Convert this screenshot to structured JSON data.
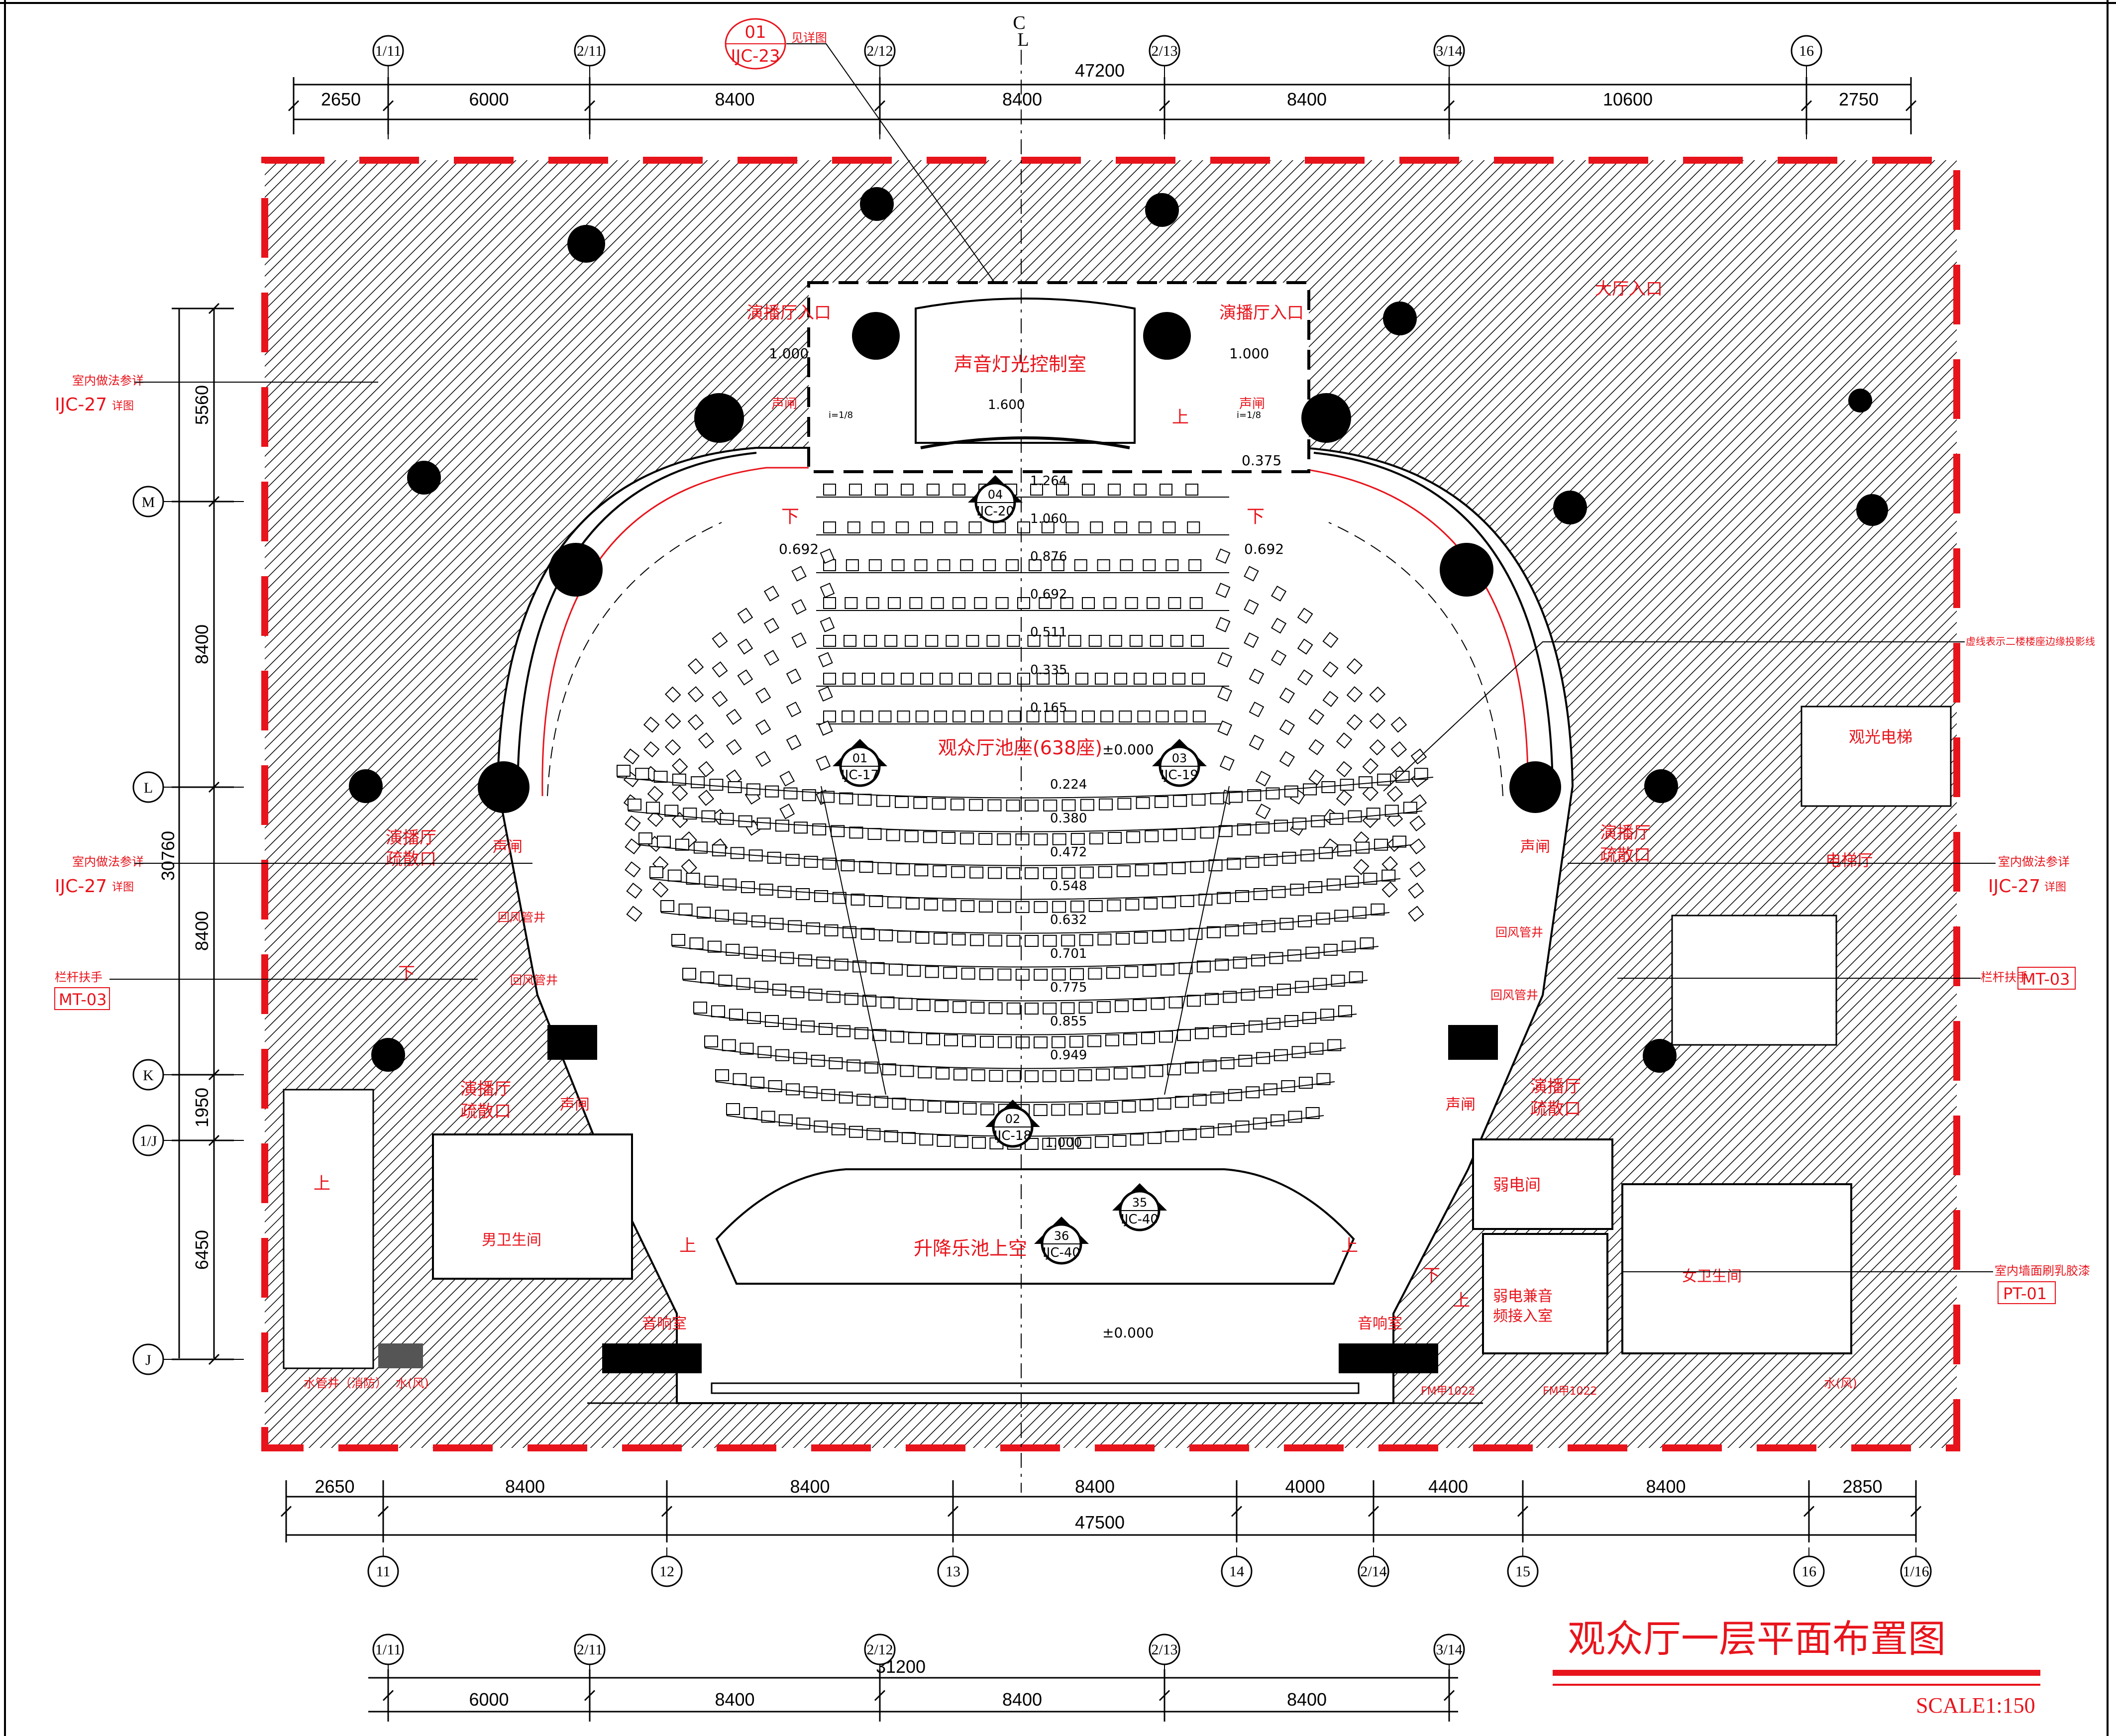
{
  "drawing": {
    "title": "观众厅一层平面布置图",
    "scale": "SCALE1:150"
  },
  "top_dims": {
    "total": "47200",
    "segments": [
      "2650",
      "6000",
      "8400",
      "8400",
      "8400",
      "10600",
      "2750"
    ],
    "axes": [
      "1/11",
      "2/11",
      "2/12",
      "2/13",
      "3/14",
      "16"
    ],
    "centerline": "C\nL"
  },
  "bottom_dims": {
    "total": "47500",
    "segments": [
      "2650",
      "8400",
      "8400",
      "8400",
      "4000",
      "4400",
      "8400",
      "2850"
    ],
    "axes": [
      "11",
      "12",
      "13",
      "14",
      "2/14",
      "15",
      "16",
      "1/16"
    ]
  },
  "lower_dims": {
    "total": "31200",
    "segments": [
      "6000",
      "8400",
      "8400",
      "8400"
    ],
    "axes": [
      "1/11",
      "2/11",
      "2/12",
      "2/13",
      "3/14"
    ]
  },
  "left_dims": {
    "total": "30760",
    "segments": [
      "5560",
      "8400",
      "8400",
      "1950",
      "6450"
    ],
    "axes": [
      "M",
      "L",
      "K",
      "1/J",
      "J"
    ]
  },
  "callouts": {
    "detail_top": {
      "num": "01",
      "ref": "IJC-23",
      "note": "见详图"
    },
    "interior_ref_left_top": {
      "note": "室内做法参详",
      "ref": "IJC-27",
      "sub": "详图"
    },
    "interior_ref_left_mid": {
      "note": "室内做法参详",
      "ref": "IJC-27",
      "sub": "详图"
    },
    "interior_ref_right_mid": {
      "note": "室内做法参详",
      "ref": "IJC-27",
      "sub": "详图"
    },
    "railing_left": {
      "note": "栏杆扶手",
      "ref": "MT-03"
    },
    "railing_right": {
      "note": "栏杆扶手",
      "ref": "MT-03"
    },
    "wall_paint_right": {
      "note": "室内墙面刷乳胶漆",
      "ref": "PT-01"
    },
    "balcony_line_note": "虚线表示二楼楼座边缘投影线"
  },
  "section_markers": [
    {
      "num": "04",
      "ref": "IJC-20"
    },
    {
      "num": "01",
      "ref": "IJC-17"
    },
    {
      "num": "03",
      "ref": "IJC-19"
    },
    {
      "num": "02",
      "ref": "IJC-18"
    },
    {
      "num": "35",
      "ref": "IJC-40"
    },
    {
      "num": "36",
      "ref": "IJC-40"
    }
  ],
  "rooms": {
    "control_room": "声音灯光控制室",
    "stalls": "观众厅池座(638座)",
    "stalls_level": "±0.000",
    "orchestra_pit": "升降乐池上空",
    "stage_level": "±0.000",
    "lobby_entrance": "大厅入口",
    "broadcast_entrance_l": "演播厅入口",
    "broadcast_entrance_r": "演播厅入口",
    "evac_l_upper": "演播厅\n疏散口",
    "evac_r_upper": "演播厅\n疏散口",
    "evac_l_lower": "演播厅\n疏散口",
    "evac_r_lower": "演播厅\n疏散口",
    "sound_lock": "声闸",
    "return_duct": "回风管井",
    "mens_wc": "男卫生间",
    "womens_wc": "女卫生间",
    "sound_room_l": "音响室",
    "sound_room_r": "音响室",
    "weak_elec": "弱电间",
    "weak_av": "弱电兼音\n频接入室",
    "sightseeing_lift": "观光电梯",
    "escalator": "电梯厅",
    "water_pipe_fire": "水管井（消防）",
    "water_wind_l": "水(风)",
    "water_wind_r": "水(风)",
    "door_l": "FM甲1022",
    "door_r": "FM甲1022",
    "up": "上",
    "down": "下"
  },
  "levels": {
    "control": "1.600",
    "row_levels": [
      "1.264",
      "1.060",
      "0.876",
      "0.692",
      "0.511",
      "0.335",
      "0.165"
    ],
    "front_levels": [
      "0.224",
      "0.380",
      "0.472",
      "0.548",
      "0.632",
      "0.701",
      "0.775",
      "0.855",
      "0.949",
      "1.000"
    ],
    "side_l": "0.692",
    "side_r": "0.692",
    "upper_l": "1.000",
    "upper_r": "1.000",
    "step": "0.375",
    "slope": "i=1/8"
  }
}
